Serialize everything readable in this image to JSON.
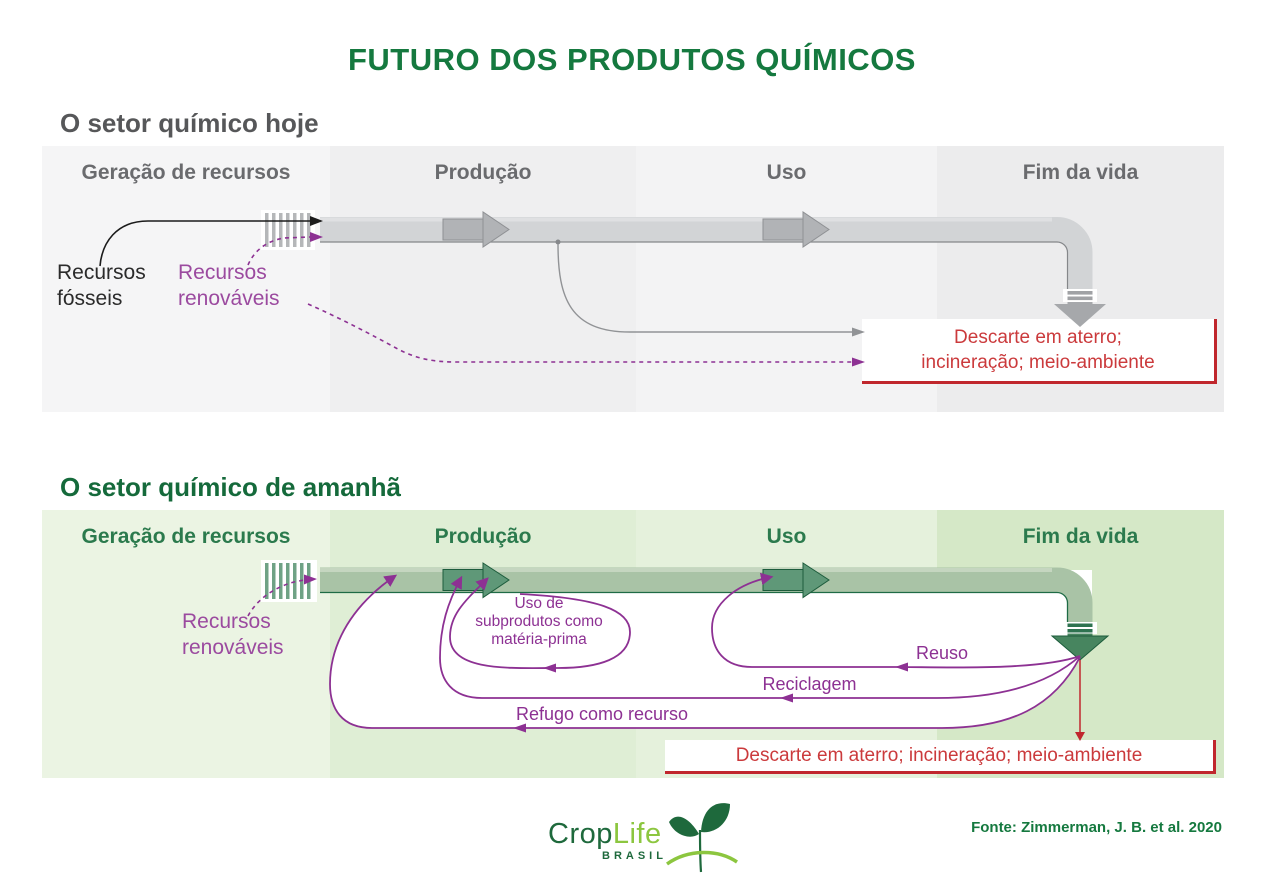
{
  "title": "FUTURO DOS PRODUTOS QUÍMICOS",
  "panels": {
    "today": {
      "heading": "O setor químico hoje",
      "columns": [
        "Geração de recursos",
        "Produção",
        "Uso",
        "Fim da vida"
      ],
      "fossil_line1": "Recursos",
      "fossil_line2": "fósseis",
      "renewable_line1": "Recursos",
      "renewable_line2": "renováveis",
      "disposal_line1": "Descarte em aterro;",
      "disposal_line2": "incineração; meio-ambiente"
    },
    "tomorrow": {
      "heading": "O setor químico de amanhã",
      "columns": [
        "Geração de recursos",
        "Produção",
        "Uso",
        "Fim da vida"
      ],
      "renewable_line1": "Recursos",
      "renewable_line2": "renováveis",
      "byproducts_line1": "Uso de",
      "byproducts_line2": "subprodutos como",
      "byproducts_line3": "matéria-prima",
      "reuse": "Reuso",
      "recycling": "Reciclagem",
      "waste_as_resource": "Refugo como recurso",
      "disposal": "Descarte em aterro; incineração; meio-ambiente"
    }
  },
  "footer": {
    "logo_crop": "Crop",
    "logo_life": "Life",
    "logo_sub": "BRASIL",
    "source": "Fonte: Zimmerman, J. B. et al. 2020"
  },
  "colors": {
    "title_green": "#15793f",
    "heading_gray": "#565759",
    "column_header_gray": "#6a6b6e",
    "column_header_green": "#2b7a4d",
    "purple": "#8d3193",
    "red": "#c0272d",
    "pipe_gray": "#d2d4d6",
    "pipe_green": "#a9c3a6",
    "logo_dark_green": "#1e693c",
    "logo_light_green": "#8cc63f"
  }
}
